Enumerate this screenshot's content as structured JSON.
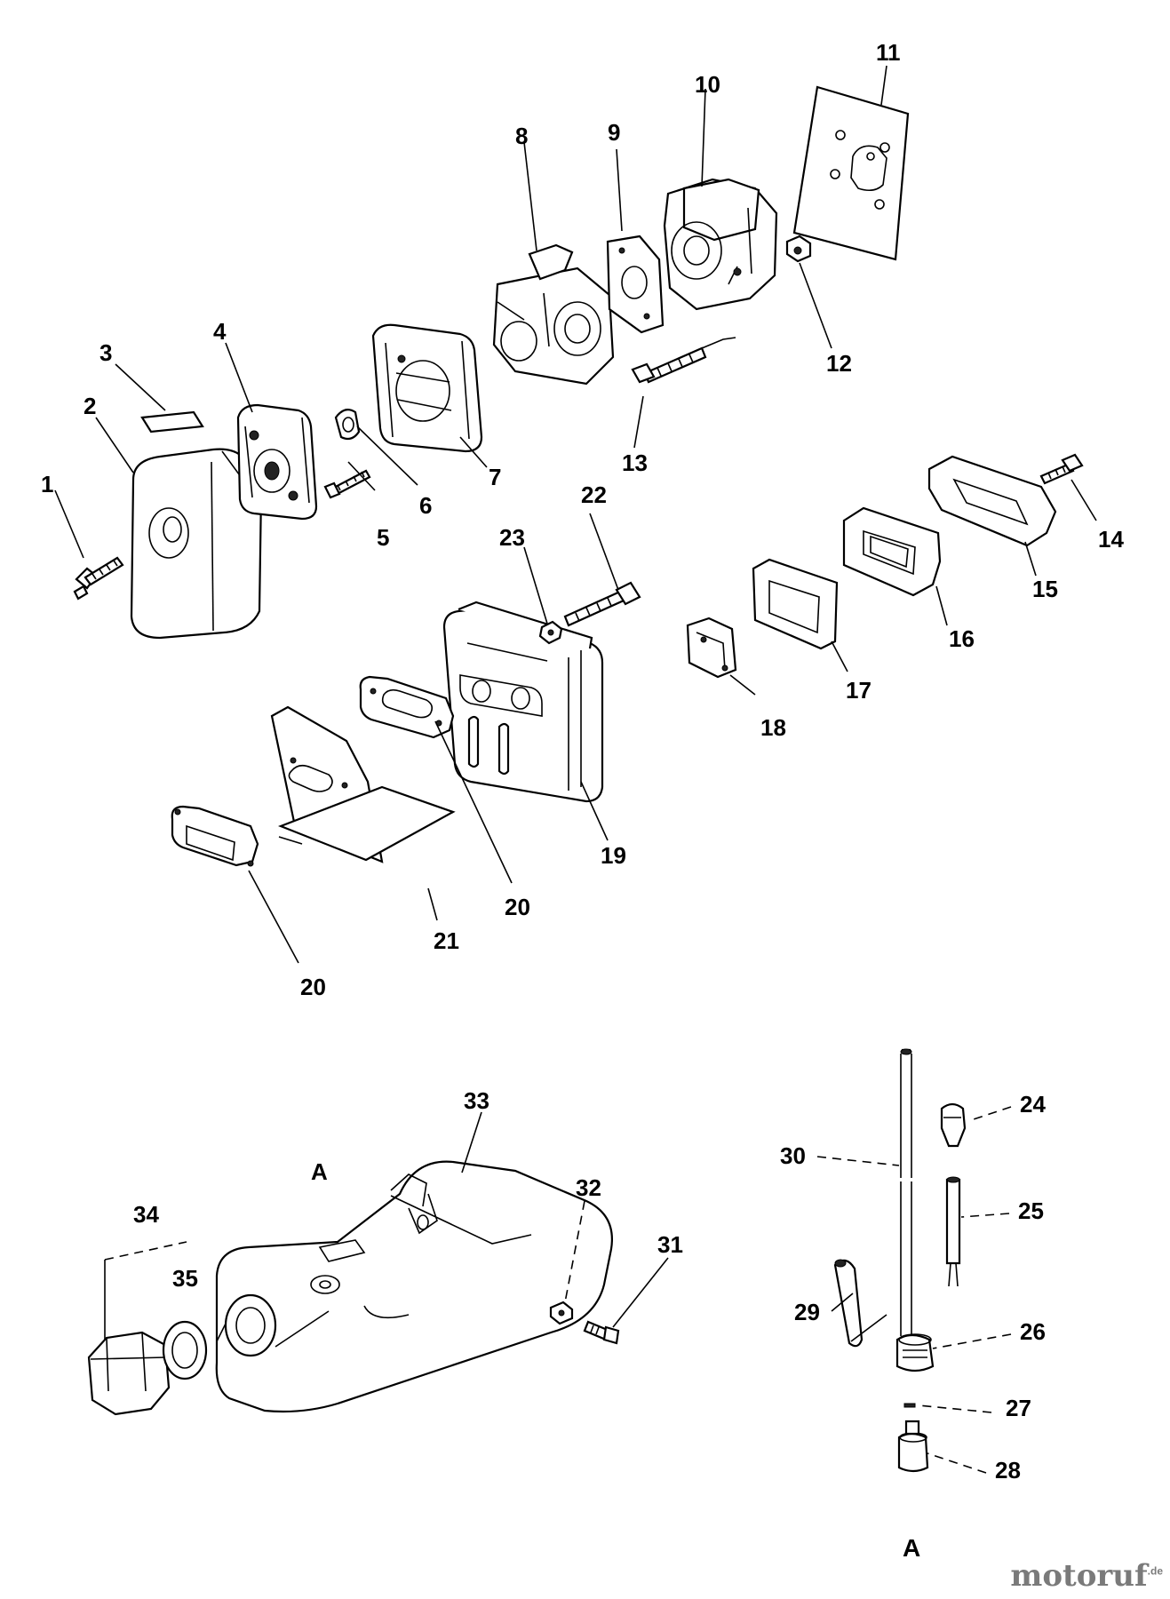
{
  "labels": {
    "n1": "1",
    "n2": "2",
    "n3": "3",
    "n4": "4",
    "n5": "5",
    "n6": "6",
    "n7": "7",
    "n8": "8",
    "n9": "9",
    "n10": "10",
    "n11": "11",
    "n12": "12",
    "n13": "13",
    "n14": "14",
    "n15": "15",
    "n16": "16",
    "n17": "17",
    "n18": "18",
    "n19": "19",
    "n20a": "20",
    "n20b": "20",
    "n21": "21",
    "n22": "22",
    "n23": "23",
    "n24": "24",
    "n25": "25",
    "n26": "26",
    "n27": "27",
    "n28": "28",
    "n29": "29",
    "n30": "30",
    "n31": "31",
    "n32": "32",
    "n33": "33",
    "n34": "34",
    "n35": "35",
    "section_a_top": "A",
    "section_a_bottom": "A"
  },
  "watermark": {
    "name": "motoruf",
    "suffix": ".de"
  }
}
